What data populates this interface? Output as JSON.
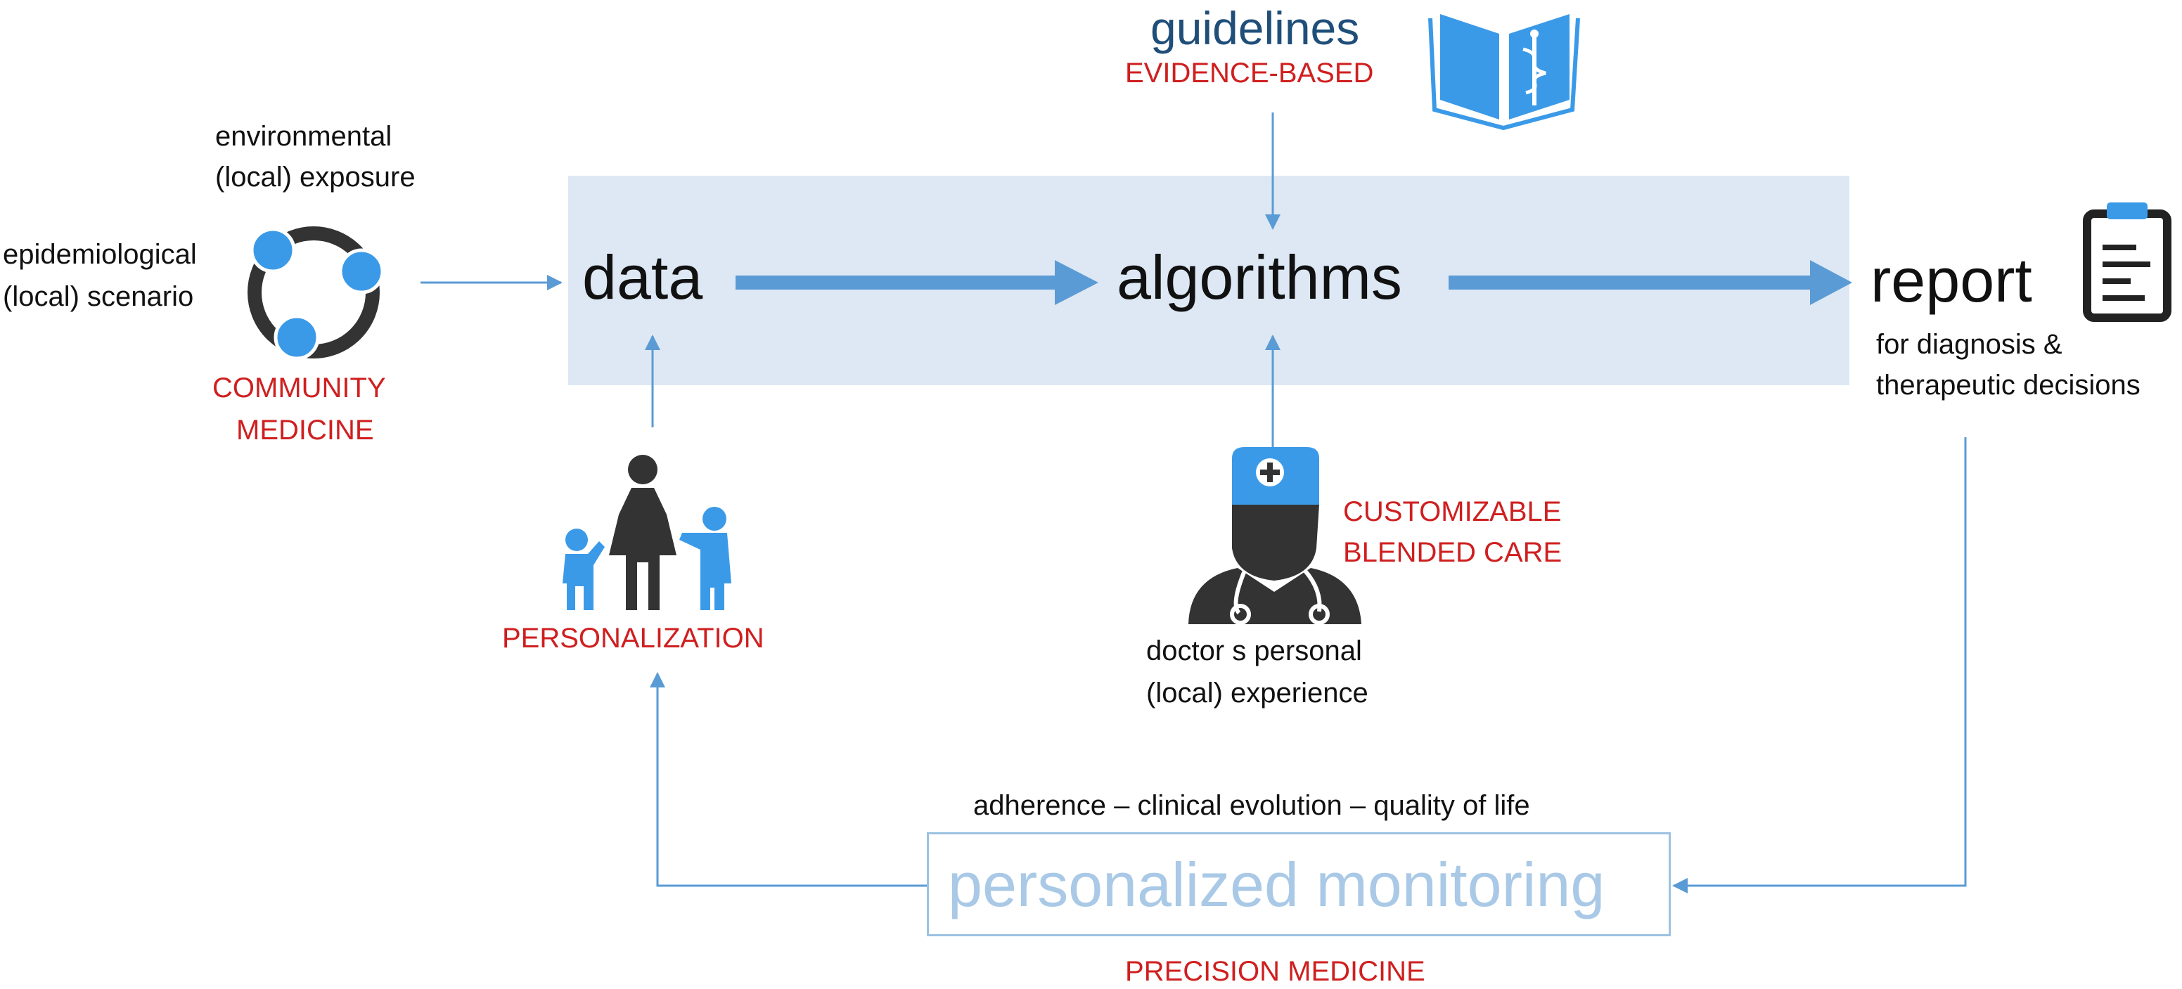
{
  "colors": {
    "accent_blue": "#3b9ae8",
    "arrow_blue": "#5a9bd5",
    "band": "#dde8f4",
    "red_label": "#cf1f1f",
    "navy_title": "#1f4e79",
    "monitor_text": "#a9c9e6",
    "dark_icon": "#333333"
  },
  "top": {
    "guidelines": "guidelines",
    "evidence": "EVIDENCE-BASED",
    "book_icon": "medical-book-icon"
  },
  "left": {
    "env_line1": "environmental",
    "env_line2": "(local) exposure",
    "epi_line1": "epidemiological",
    "epi_line2": "(local) scenario",
    "community_line1": "COMMUNITY",
    "community_line2": "MEDICINE",
    "community_icon": "community-cycle-icon"
  },
  "flow": {
    "data": "data",
    "algorithms": "algorithms",
    "report": "report",
    "report_sub1": "for diagnosis &",
    "report_sub2": "therapeutic decisions",
    "report_icon": "clipboard-icon"
  },
  "persons": {
    "label": "PERSONALIZATION",
    "icon": "family-icon"
  },
  "doctor": {
    "label_line1": "CUSTOMIZABLE",
    "label_line2": "BLENDED CARE",
    "exp_line1": "doctor s personal",
    "exp_line2": "(local) experience",
    "icon": "doctor-icon"
  },
  "monitoring": {
    "top_label": "adherence – clinical evolution – quality of life",
    "box_text": "personalized monitoring",
    "bottom_label": "PRECISION MEDICINE"
  }
}
